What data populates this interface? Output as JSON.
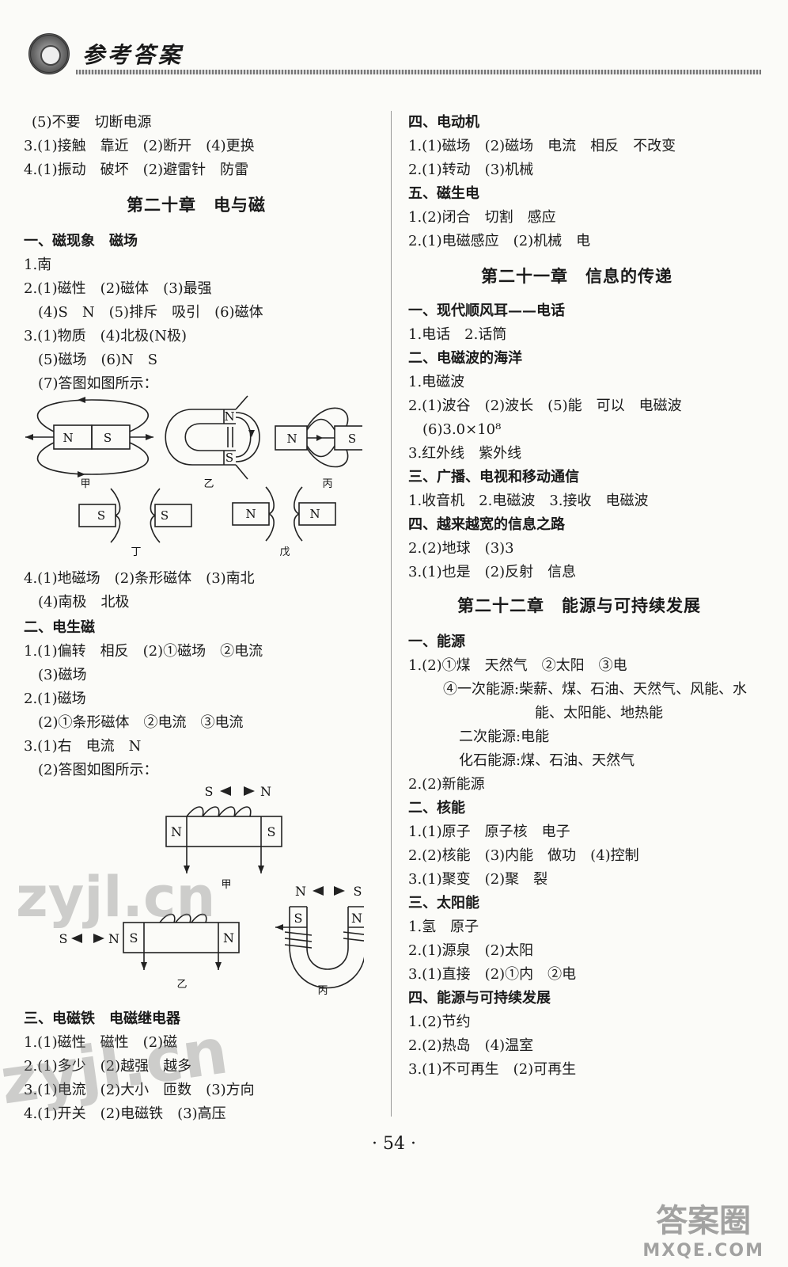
{
  "header": {
    "title": "参考答案"
  },
  "left": {
    "l1": "(5)不要　切断电源",
    "l2": "3.(1)接触　靠近　(2)断开　(4)更换",
    "l3": "4.(1)振动　破坏　(2)避雷针　防雷",
    "chap20": "第二十章　电与磁",
    "s1": "一、磁现象　磁场",
    "l4": "1.南",
    "l5": "2.(1)磁性　(2)磁体　(3)最强",
    "l6": "(4)S　N　(5)排斥　吸引　(6)磁体",
    "l7": "3.(1)物质　(4)北极(N极)",
    "l8": "(5)磁场　(6)N　S",
    "l9": "(7)答图如图所示：",
    "l10": "4.(1)地磁场　(2)条形磁体　(3)南北",
    "l11": "(4)南极　北极",
    "s2": "二、电生磁",
    "l12": "1.(1)偏转　相反　(2)①磁场　②电流",
    "l13": "(3)磁场",
    "l14": "2.(1)磁场",
    "l15": "(2)①条形磁体　②电流　③电流",
    "l16": "3.(1)右　电流　N",
    "l17": "(2)答图如图所示：",
    "s3": "三、电磁铁　电磁继电器",
    "l18": "1.(1)磁性　磁性　(2)磁",
    "l19": "2.(1)多少　(2)越强　越多",
    "l20": "3.(1)电流　(2)大小　匝数　(3)方向",
    "l21": "4.(1)开关　(2)电磁铁　(3)高压"
  },
  "fig1": {
    "jia": "甲",
    "yi": "乙",
    "bing": "丙",
    "ding": "丁",
    "wu": "戊",
    "N": "N",
    "S": "S"
  },
  "fig2": {
    "jia": "甲",
    "yi": "乙",
    "bing": "丙",
    "N": "N",
    "S": "S"
  },
  "right": {
    "s4": "四、电动机",
    "r1": "1.(1)磁场　(2)磁场　电流　相反　不改变",
    "r2": "2.(1)转动　(3)机械",
    "s5": "五、磁生电",
    "r3": "1.(2)闭合　切割　感应",
    "r4": "2.(1)电磁感应　(2)机械　电",
    "chap21": "第二十一章　信息的传递",
    "s6": "一、现代顺风耳——电话",
    "r5": "1.电话　2.话筒",
    "s7": "二、电磁波的海洋",
    "r6": "1.电磁波",
    "r7": "2.(1)波谷　(2)波长　(5)能　可以　电磁波",
    "r8": "(6)3.0×10⁸",
    "r9": "3.红外线　紫外线",
    "s8": "三、广播、电视和移动通信",
    "r10": "1.收音机　2.电磁波　3.接收　电磁波",
    "s9": "四、越来越宽的信息之路",
    "r11": "2.(2)地球　(3)3",
    "r12": "3.(1)也是　(2)反射　信息",
    "chap22": "第二十二章　能源与可持续发展",
    "s10": "一、能源",
    "r13": "1.(2)①煤　天然气　②太阳　③电",
    "r14": "④一次能源:柴薪、煤、石油、天然气、风能、水",
    "r15": "能、太阳能、地热能",
    "r16": "二次能源:电能",
    "r17": "化石能源:煤、石油、天然气",
    "r18": "2.(2)新能源",
    "s11": "二、核能",
    "r19": "1.(1)原子　原子核　电子",
    "r20": "2.(2)核能　(3)内能　做功　(4)控制",
    "r21": "3.(1)聚变　(2)聚　裂",
    "s12": "三、太阳能",
    "r22": "1.氢　原子",
    "r23": "2.(1)源泉　(2)太阳",
    "r24": "3.(1)直接　(2)①内　②电",
    "s13": "四、能源与可持续发展",
    "r25": "1.(2)节约",
    "r26": "2.(2)热岛　(4)温室",
    "r27": "3.(1)不可再生　(2)可再生"
  },
  "page_number": "· 54 ·",
  "watermark": {
    "text1": "zyjl.cn",
    "text2": "zyjl.cn",
    "corner_top": "答案圈",
    "corner_bottom": "MXQE.COM"
  }
}
